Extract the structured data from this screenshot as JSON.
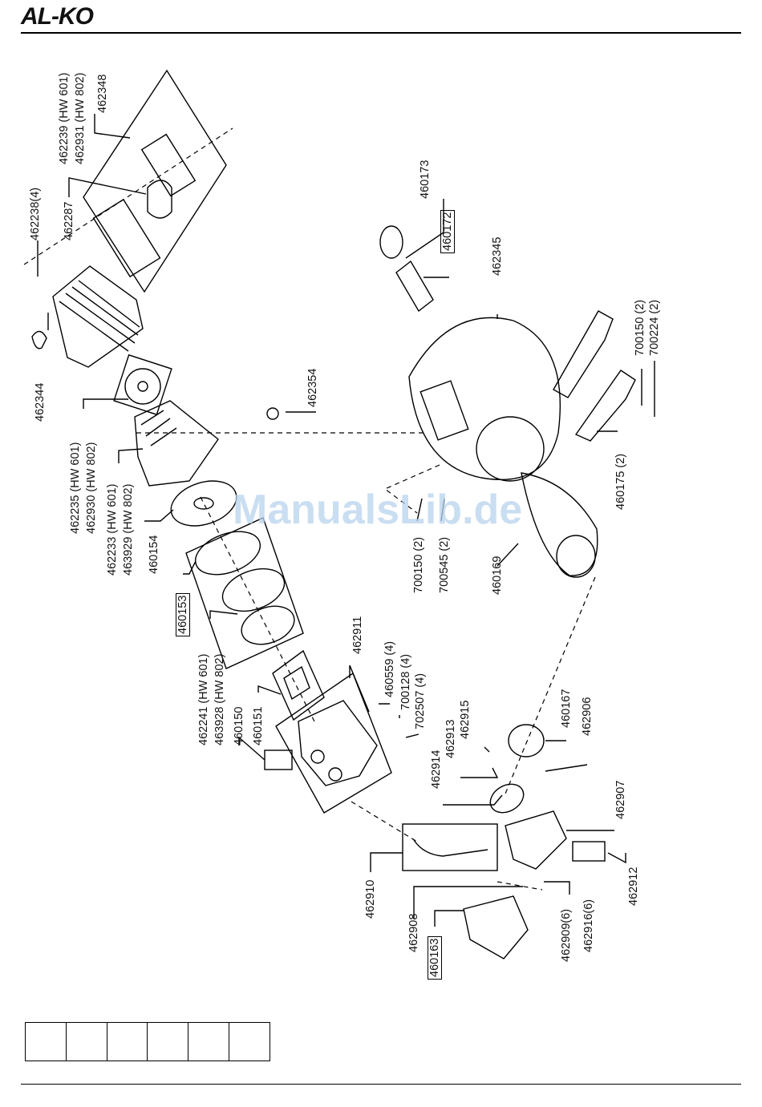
{
  "brand": "AL-KO",
  "watermark": "ManualsLib.de",
  "labels": {
    "p462238": "462238(4)",
    "p462287": "462287",
    "p462239": "462239 (HW 601)",
    "p462931": "462931 (HW 802)",
    "p462348": "462348",
    "p462344": "462344",
    "p462235": "462235 (HW 601)",
    "p462930": "462930 (HW 802)",
    "p462233": "462233 (HW 601)",
    "p463929": "463929 (HW 802)",
    "p460154": "460154",
    "p460153": "460153",
    "p462241": "462241 (HW 601)",
    "p463928": "463928 (HW 802)",
    "p460150": "460150",
    "p460151": "460151",
    "p462354": "462354",
    "p462911": "462911",
    "p460559": "460559 (4)",
    "p700128": "700128 (4)",
    "p702507": "702507 (4)",
    "p462915": "462915",
    "p462913": "462913",
    "p462914": "462914",
    "p460173": "460173",
    "p460172": "460172",
    "p462345": "462345",
    "p700150a": "700150 (2)",
    "p700224": "700224 (2)",
    "p460175": "460175 (2)",
    "p700150b": "700150 (2)",
    "p700545": "700545 (2)",
    "p460169": "460169",
    "p460167": "460167",
    "p462906": "462906",
    "p462907": "462907",
    "p462912": "462912",
    "p462910": "462910",
    "p462908": "462908",
    "p460163": "460163",
    "p462909": "462909(6)",
    "p462916": "462916(6)"
  },
  "revision_table": {
    "columns": 6
  }
}
